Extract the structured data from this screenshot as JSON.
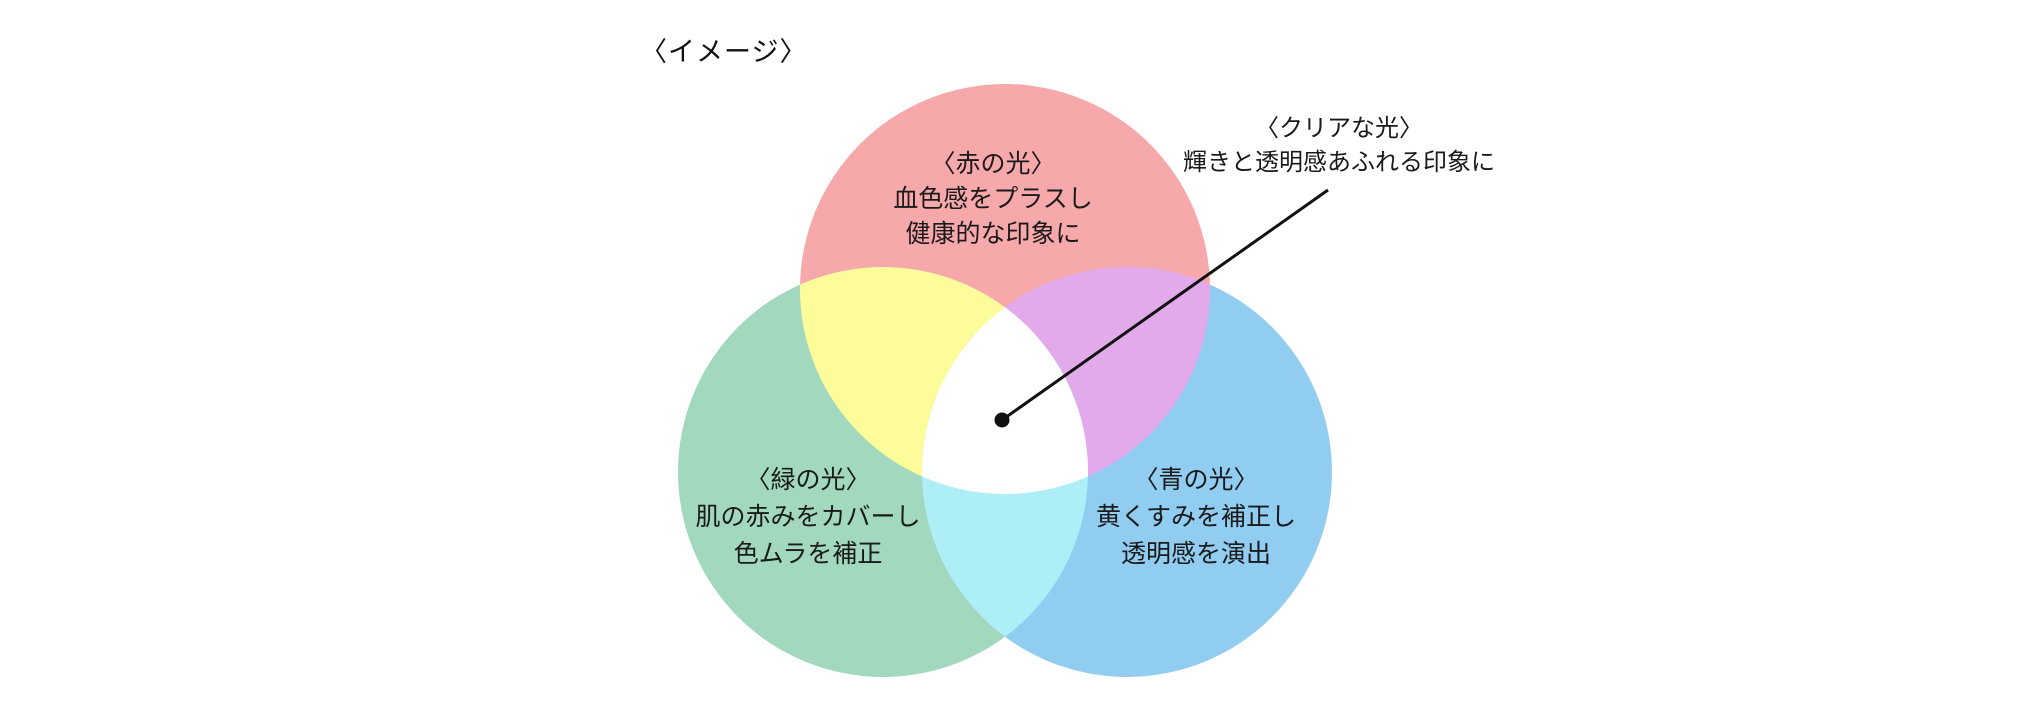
{
  "title": "〈イメージ〉",
  "diagram": {
    "type": "venn-3",
    "colors": {
      "red_circle": "#f7a8ab",
      "green_circle": "#a2d8bd",
      "blue_circle": "#91ccf1",
      "red_green_overlap": "#fdfc9b",
      "red_blue_overlap": "#e2aaeb",
      "green_blue_overlap": "#aeeef7",
      "triple_overlap": "#ffffff",
      "annotation_line": "#111111",
      "text": "#1a1a1a"
    },
    "regions": {
      "red": {
        "heading": "〈赤の光〉",
        "lines": [
          "血色感をプラスし",
          "健康的な印象に"
        ]
      },
      "green": {
        "heading": "〈緑の光〉",
        "lines": [
          "肌の赤みをカバーし",
          "色ムラを補正"
        ]
      },
      "blue": {
        "heading": "〈青の光〉",
        "lines": [
          "黄くすみを補正し",
          "透明感を演出"
        ]
      },
      "center": {
        "heading": "〈クリアな光〉",
        "lines": [
          "輝きと透明感あふれる印象に"
        ]
      }
    }
  }
}
